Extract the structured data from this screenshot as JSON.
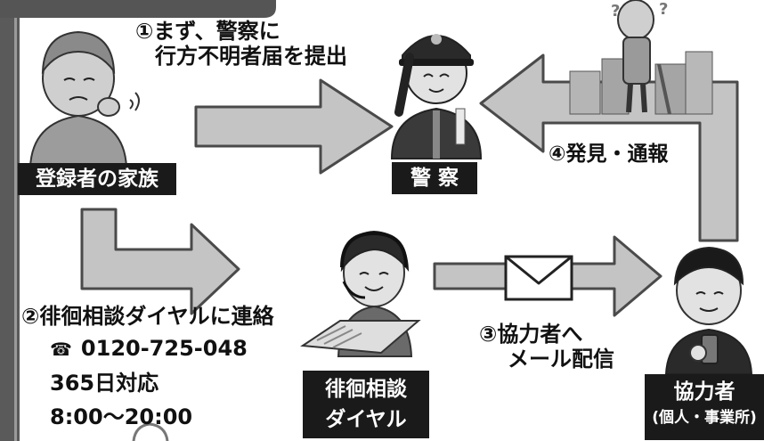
{
  "step1": {
    "line1": "①まず、警察に",
    "line2": "行方不明者届を提出"
  },
  "step2": {
    "title": "②徘徊相談ダイヤルに連絡",
    "phone_icon": "phone-icon",
    "phone": "0120-725-048",
    "days": "365日対応",
    "hours": "8:00〜20:00"
  },
  "step3": {
    "line1": "③協力者へ",
    "line2": "メール配信"
  },
  "step4": {
    "label": "④発見・通報"
  },
  "labels": {
    "family": "登録者の家族",
    "police": "警 察",
    "dial_line1": "徘徊相談",
    "dial_line2": "ダイヤル",
    "cooperator_line1": "協力者",
    "cooperator_line2": "(個人・事業所)"
  },
  "colors": {
    "arrow_fill": "#c4c4c4",
    "arrow_stroke": "#4a4a4a",
    "label_bg": "#1a1a1a",
    "label_text": "#ffffff"
  }
}
